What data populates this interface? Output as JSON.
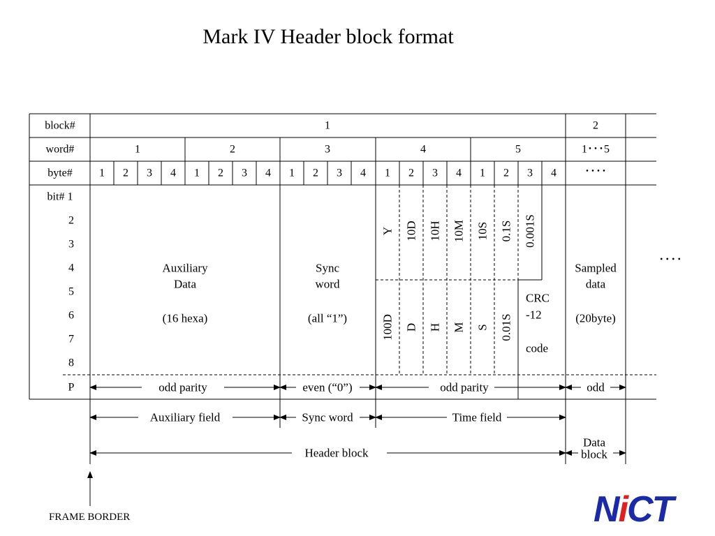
{
  "title": "Mark IV Header block format",
  "rows": {
    "block_label": "block#",
    "word_label": "word#",
    "byte_label": "byte#",
    "bit_first_label": "bit# 1",
    "bit_numbers": [
      "2",
      "3",
      "4",
      "5",
      "6",
      "7",
      "8"
    ],
    "parity_label": "P"
  },
  "blocks": [
    "1",
    "2"
  ],
  "words": [
    "1",
    "2",
    "3",
    "4",
    "5",
    "1･･･5"
  ],
  "bytes_per_word": [
    "1",
    "2",
    "3",
    "4"
  ],
  "byte_ellipsis": "････",
  "side_ellipsis": "････",
  "auxiliary": {
    "line1": "Auxiliary",
    "line2": "Data",
    "line3": "(16 hexa)"
  },
  "sync": {
    "line1": "Sync",
    "line2": "word",
    "line3": "(all “1”)"
  },
  "time_top": [
    "Y",
    "10D",
    "10H",
    "10M",
    "10S",
    "0.1S",
    "0.001S"
  ],
  "time_bottom": [
    "100D",
    "D",
    "H",
    "M",
    "S",
    "0.01S"
  ],
  "crc": {
    "line1": "CRC",
    "line2": "-12",
    "line3": "code"
  },
  "sampled": {
    "line1": "Sampled",
    "line2": "data",
    "line3": "(20byte)"
  },
  "parity": {
    "odd1": "odd parity",
    "even": "even (“0”)",
    "odd2": "odd parity",
    "odd3": "odd"
  },
  "fields": {
    "auxiliary": "Auxiliary field",
    "sync": "Sync word",
    "time": "Time field",
    "header": "Header block",
    "data_line1": "Data",
    "data_line2": "block"
  },
  "frame_border": "FRAME BORDER",
  "logo": {
    "part1": "N",
    "part2": "i",
    "part3": "CT"
  }
}
